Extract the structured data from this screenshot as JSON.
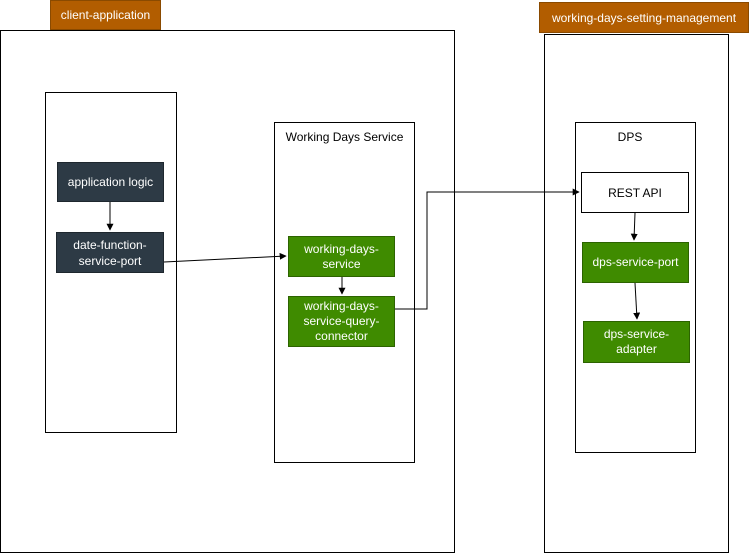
{
  "groups": {
    "client_application": "client-application",
    "working_days_setting_management": "working-days-setting-management"
  },
  "containers": {
    "working_days_service": "Working Days Service",
    "dps": "DPS"
  },
  "nodes": {
    "application_logic": "application logic",
    "date_function_service_port": "date-function-service-port",
    "working_days_service": "working-days-service",
    "working_days_service_query_connector": "working-days-service-query-connector",
    "rest_api": "REST API",
    "dps_service_port": "dps-service-port",
    "dps_service_adapter": "dps-service-adapter"
  },
  "colors": {
    "tag": "#b25d00",
    "dark_node": "#2d3a45",
    "green_node": "#3f8b00"
  }
}
